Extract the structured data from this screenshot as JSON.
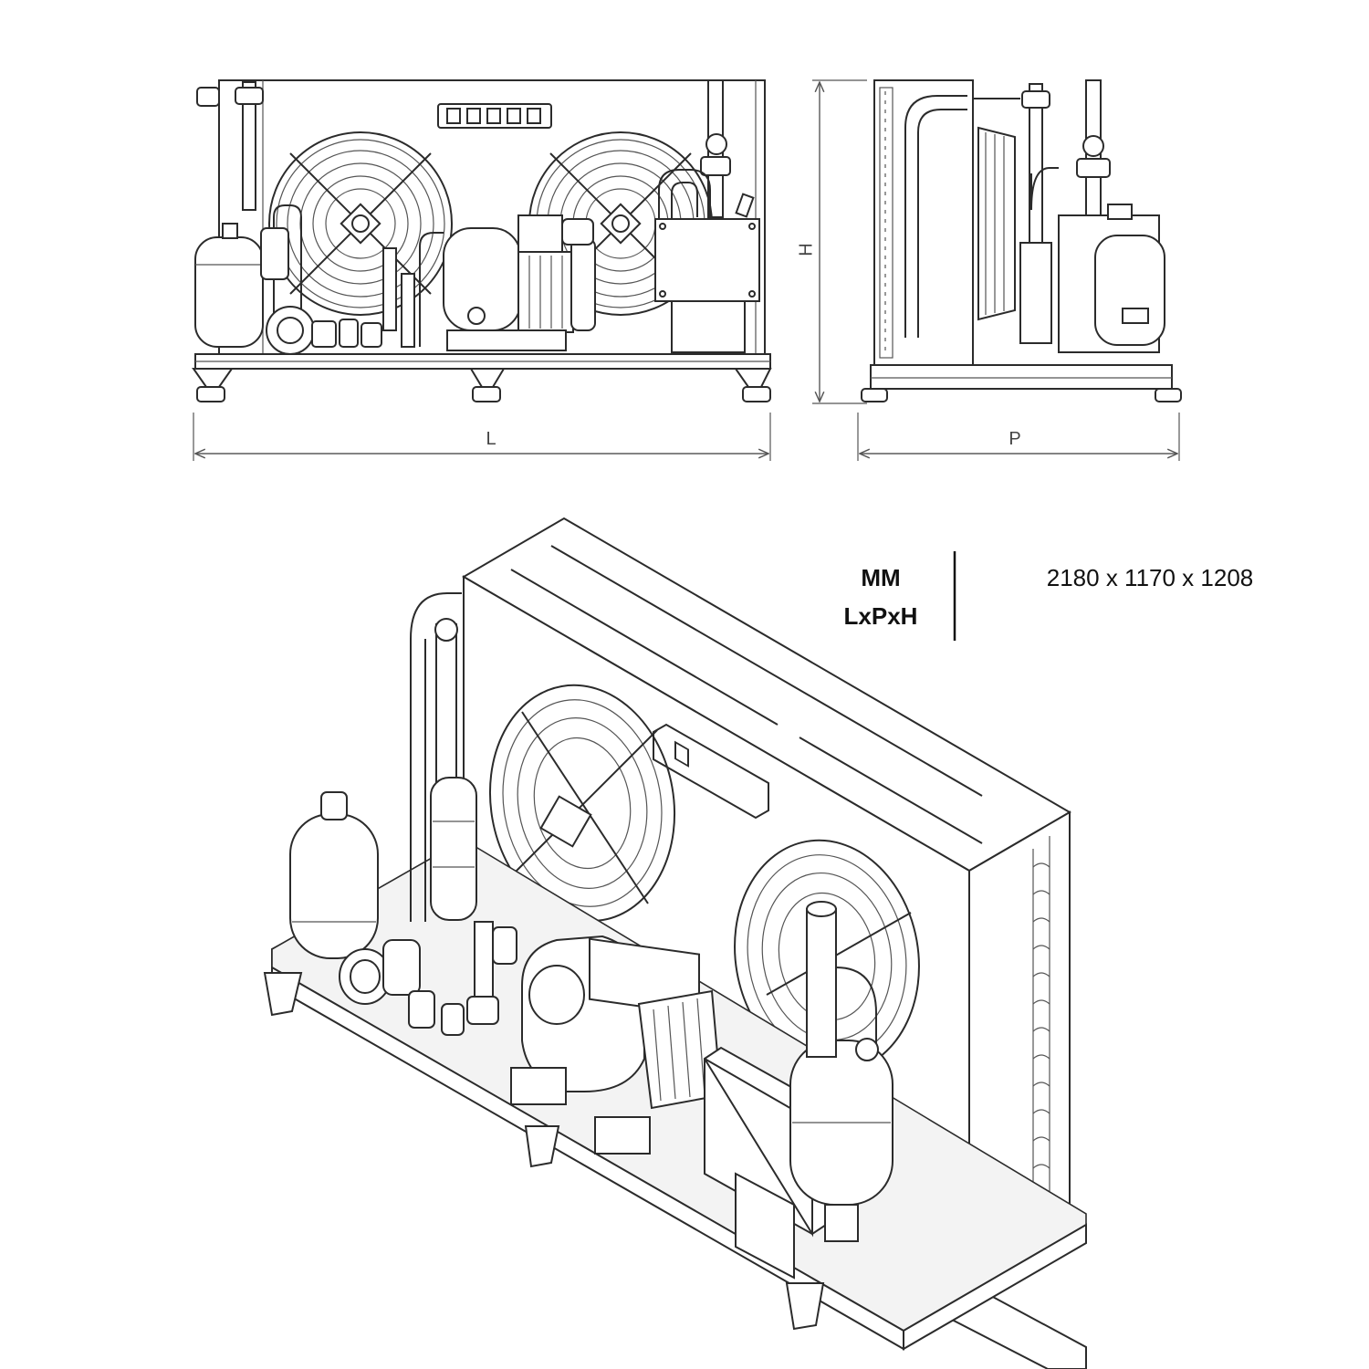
{
  "dimensions": {
    "length_label": "L",
    "depth_label": "P",
    "height_label": "H"
  },
  "spec_table": {
    "unit": "MM",
    "format": "LxPxH",
    "value": "2180 x 1170 x 1208"
  },
  "colors": {
    "line": "#2b2b2b",
    "background": "#ffffff"
  }
}
